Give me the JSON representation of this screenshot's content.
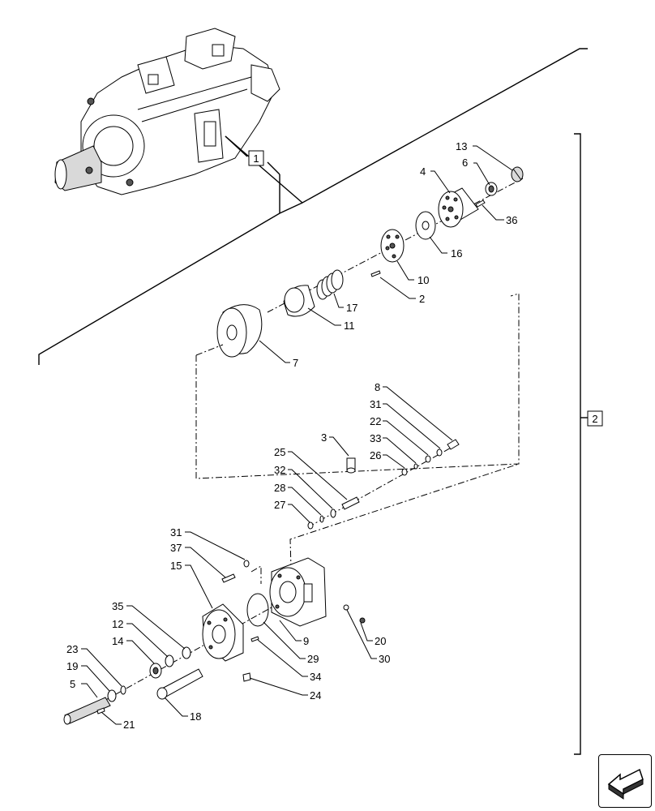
{
  "callouts": [
    {
      "id": "1",
      "boxed": true
    },
    {
      "id": "2",
      "boxed": true
    }
  ],
  "labels": {
    "p13": "13",
    "p6": "6",
    "p4": "4",
    "p36": "36",
    "p16": "16",
    "p10": "10",
    "p2": "2",
    "p17": "17",
    "p11": "11",
    "p7": "7",
    "p8": "8",
    "p31a": "31",
    "p22": "22",
    "p3": "3",
    "p33": "33",
    "p26": "26",
    "p25": "25",
    "p32": "32",
    "p28": "28",
    "p27": "27",
    "p31b": "31",
    "p37": "37",
    "p15": "15",
    "p35": "35",
    "p12": "12",
    "p14": "14",
    "p9": "9",
    "p20": "20",
    "p23": "23",
    "p29": "29",
    "p30": "30",
    "p19": "19",
    "p34": "34",
    "p5": "5",
    "p24": "24",
    "p18": "18",
    "p21": "21"
  },
  "box_labels": {
    "b1": "1",
    "b2": "2"
  },
  "icons": {
    "nav": "arrow-back-icon"
  }
}
